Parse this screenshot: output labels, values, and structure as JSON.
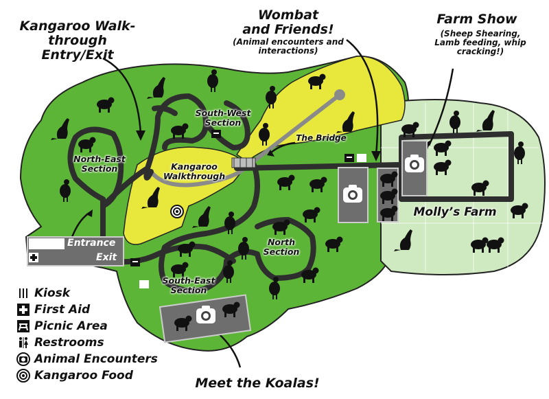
{
  "labels": {
    "kangaroo_entry": "Kangaroo Walk-\nthrough\nEntry/Exit",
    "wombat_title": "Wombat\nand Friends!",
    "wombat_sub": "(Animal encounters and\ninteractions)",
    "farm_title": "Farm Show",
    "farm_sub": "(Sheep Shearing,\nLamb feeding, whip\ncracking!)",
    "meet_koalas": "Meet the Koalas!",
    "mollys_farm": "Molly’s Farm",
    "the_bridge": "The Bridge",
    "entrance": "Entrance",
    "exit": "Exit"
  },
  "sections": {
    "north_east": "North-East\nSection",
    "south_west": "South-West\nSection",
    "kangaroo_walk": "Kangaroo\nWalkthrough",
    "north": "North\nSection",
    "south_east": "South-East\nSection"
  },
  "legend": [
    {
      "icon": "kiosk-icon",
      "label": "Kiosk"
    },
    {
      "icon": "first-aid-icon",
      "label": "First Aid"
    },
    {
      "icon": "picnic-icon",
      "label": "Picnic Area"
    },
    {
      "icon": "restroom-icon",
      "label": "Restrooms"
    },
    {
      "icon": "camera-icon",
      "label": "Animal Encounters"
    },
    {
      "icon": "target-icon",
      "label": "Kangaroo Food"
    }
  ],
  "colors": {
    "park_green": "#5cb536",
    "walkthrough_yellow": "#e8e83c",
    "farm_light_green": "#cfe9c0",
    "path": "#2e2e2e",
    "panel_gray": "#6e6e6e"
  }
}
